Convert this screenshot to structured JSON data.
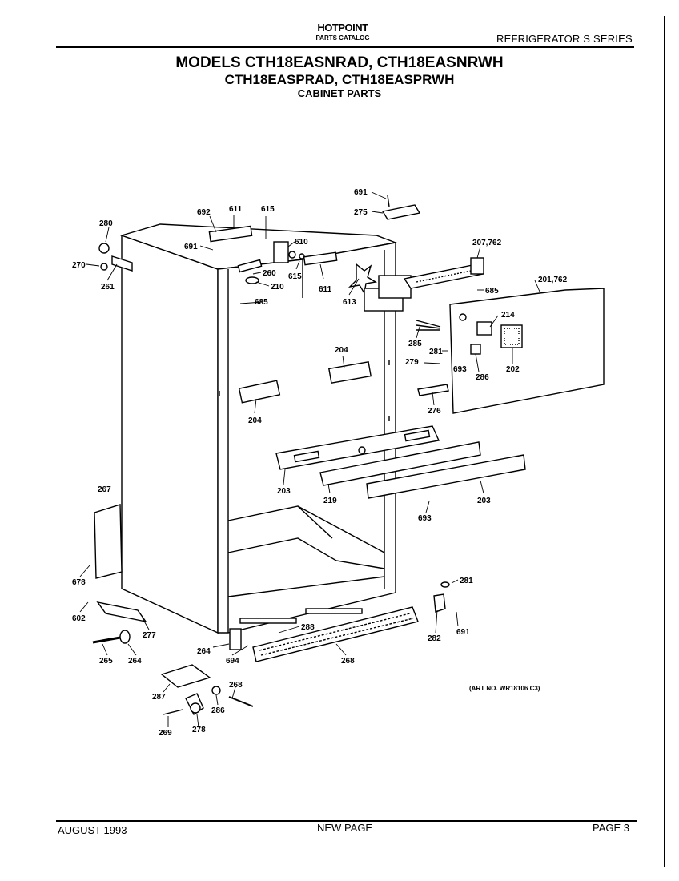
{
  "header": {
    "brand": "HOTPOINT",
    "catalog": "PARTS CATALOG",
    "series": "REFRIGERATOR S SERIES"
  },
  "title": {
    "line1": "MODELS CTH18EASNRAD, CTH18EASNRWH",
    "line2": "CTH18EASPRAD, CTH18EASPRWH",
    "line3": "CABINET PARTS"
  },
  "art_number": "(ART NO. WR18106 C3)",
  "footer": {
    "date": "AUGUST 1993",
    "note": "NEW PAGE",
    "page": "PAGE 3"
  },
  "part_labels": {
    "p691a": "691",
    "p275": "275",
    "p692": "692",
    "p611a": "611",
    "p615a": "615",
    "p280": "280",
    "p270": "270",
    "p261": "261",
    "p691b": "691",
    "p610": "610",
    "p260": "260",
    "p210": "210",
    "p615b": "615",
    "p611b": "611",
    "p613": "613",
    "p207_762": "207,762",
    "p685a": "685",
    "p201_762": "201,762",
    "p685b": "685",
    "p214": "214",
    "p285": "285",
    "p281a": "281",
    "p279": "279",
    "p693a": "693",
    "p286": "286",
    "p202": "202",
    "p204a": "204",
    "p204b": "204",
    "p276": "276",
    "p203a": "203",
    "p219": "219",
    "p203b": "203",
    "p693b": "693",
    "p267": "267",
    "p678": "678",
    "p602": "602",
    "p277": "277",
    "p281b": "281",
    "p282": "282",
    "p691c": "691",
    "p288": "288",
    "p265": "265",
    "p264a": "264",
    "p264b": "264",
    "p694": "694",
    "p268a": "268",
    "p287": "287",
    "p268b": "268",
    "p286b": "286",
    "p269": "269",
    "p278": "278"
  }
}
